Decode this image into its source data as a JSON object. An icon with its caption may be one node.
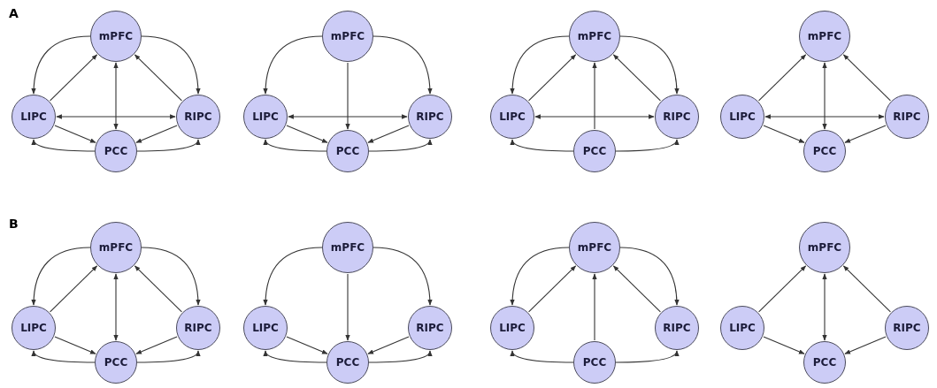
{
  "diagram": {
    "nodes": [
      {
        "text": [
          "mPFC"
        ]
      },
      {
        "text": [
          "LIPC"
        ]
      },
      {
        "text": [
          "RIPC"
        ]
      },
      {
        "text": [
          "PCC"
        ]
      },
      {
        "text": [
          "mPFC"
        ]
      },
      {
        "text": [
          "LIPC"
        ]
      },
      {
        "text": [
          "RIPC"
        ]
      },
      {
        "text": [
          "PCC"
        ]
      },
      {
        "text": [
          "mPFC"
        ]
      },
      {
        "text": [
          "LIPC"
        ]
      },
      {
        "text": [
          "RIPC"
        ]
      },
      {
        "text": [
          "PCC"
        ]
      },
      {
        "text": [
          "mPFC"
        ]
      },
      {
        "text": [
          "LIPC"
        ]
      },
      {
        "text": [
          "RIPC"
        ]
      },
      {
        "text": [
          "PCC"
        ]
      },
      {
        "text": [
          "mPFC"
        ]
      },
      {
        "text": [
          "LIPC"
        ]
      },
      {
        "text": [
          "RIPC"
        ]
      },
      {
        "text": [
          "PCC"
        ]
      },
      {
        "text": [
          "mPFC"
        ]
      },
      {
        "text": [
          "LIPC"
        ]
      },
      {
        "text": [
          "RIPC"
        ]
      },
      {
        "text": [
          "PCC"
        ]
      },
      {
        "text": [
          "mPFC"
        ]
      },
      {
        "text": [
          "LIPC"
        ]
      },
      {
        "text": [
          "RIPC"
        ]
      },
      {
        "text": [
          "PCC"
        ]
      },
      {
        "text": [
          "mPFC"
        ]
      },
      {
        "text": [
          "LIPC"
        ]
      },
      {
        "text": [
          "RIPC"
        ]
      },
      {
        "text": [
          "PCC"
        ]
      }
    ],
    "edges": [
      {
        "from": 0,
        "to": 1,
        "arrow": "to"
      },
      {
        "from": 1,
        "to": 0,
        "arrow": "to"
      },
      {
        "from": 0,
        "to": 3,
        "arrow": "both"
      },
      {
        "from": 2,
        "to": 0,
        "arrow": "to"
      },
      {
        "from": 0,
        "to": 2,
        "arrow": "to"
      },
      {
        "from": 1,
        "to": 2,
        "arrow": "both"
      },
      {
        "from": 1,
        "to": 3,
        "arrow": "to"
      },
      {
        "from": 2,
        "to": 3,
        "arrow": "to"
      },
      {
        "from": 3,
        "to": 1,
        "arrow": "to"
      },
      {
        "from": 3,
        "to": 2,
        "arrow": "to"
      },
      {
        "from": 4,
        "to": 5,
        "arrow": "to"
      },
      {
        "from": 4,
        "to": 7,
        "arrow": "to"
      },
      {
        "from": 4,
        "to": 6,
        "arrow": "to"
      },
      {
        "from": 5,
        "to": 6,
        "arrow": "both"
      },
      {
        "from": 5,
        "to": 7,
        "arrow": "to"
      },
      {
        "from": 6,
        "to": 7,
        "arrow": "to"
      },
      {
        "from": 7,
        "to": 5,
        "arrow": "to"
      },
      {
        "from": 7,
        "to": 6,
        "arrow": "to"
      },
      {
        "from": 8,
        "to": 9,
        "arrow": "to"
      },
      {
        "from": 9,
        "to": 8,
        "arrow": "to"
      },
      {
        "from": 11,
        "to": 8,
        "arrow": "to"
      },
      {
        "from": 10,
        "to": 8,
        "arrow": "to"
      },
      {
        "from": 8,
        "to": 10,
        "arrow": "to"
      },
      {
        "from": 9,
        "to": 10,
        "arrow": "both"
      },
      {
        "from": 11,
        "to": 9,
        "arrow": "to"
      },
      {
        "from": 11,
        "to": 10,
        "arrow": "to"
      },
      {
        "from": 13,
        "to": 12,
        "arrow": "to"
      },
      {
        "from": 12,
        "to": 15,
        "arrow": "both"
      },
      {
        "from": 14,
        "to": 12,
        "arrow": "to"
      },
      {
        "from": 13,
        "to": 14,
        "arrow": "both"
      },
      {
        "from": 13,
        "to": 15,
        "arrow": "to"
      },
      {
        "from": 14,
        "to": 15,
        "arrow": "to"
      },
      {
        "from": 16,
        "to": 17,
        "arrow": "to"
      },
      {
        "from": 17,
        "to": 16,
        "arrow": "to"
      },
      {
        "from": 16,
        "to": 19,
        "arrow": "both"
      },
      {
        "from": 18,
        "to": 16,
        "arrow": "to"
      },
      {
        "from": 16,
        "to": 18,
        "arrow": "to"
      },
      {
        "from": 17,
        "to": 19,
        "arrow": "to"
      },
      {
        "from": 18,
        "to": 19,
        "arrow": "to"
      },
      {
        "from": 19,
        "to": 17,
        "arrow": "to"
      },
      {
        "from": 19,
        "to": 18,
        "arrow": "to"
      },
      {
        "from": 20,
        "to": 21,
        "arrow": "to"
      },
      {
        "from": 20,
        "to": 23,
        "arrow": "to"
      },
      {
        "from": 20,
        "to": 22,
        "arrow": "to"
      },
      {
        "from": 21,
        "to": 23,
        "arrow": "to"
      },
      {
        "from": 22,
        "to": 23,
        "arrow": "to"
      },
      {
        "from": 23,
        "to": 21,
        "arrow": "to"
      },
      {
        "from": 23,
        "to": 22,
        "arrow": "to"
      },
      {
        "from": 24,
        "to": 25,
        "arrow": "to"
      },
      {
        "from": 25,
        "to": 24,
        "arrow": "to"
      },
      {
        "from": 27,
        "to": 24,
        "arrow": "to"
      },
      {
        "from": 26,
        "to": 24,
        "arrow": "to"
      },
      {
        "from": 24,
        "to": 26,
        "arrow": "to"
      },
      {
        "from": 27,
        "to": 25,
        "arrow": "to"
      },
      {
        "from": 27,
        "to": 26,
        "arrow": "to"
      },
      {
        "from": 29,
        "to": 28,
        "arrow": "to"
      },
      {
        "from": 28,
        "to": 31,
        "arrow": "both"
      },
      {
        "from": 30,
        "to": 28,
        "arrow": "to"
      },
      {
        "from": 29,
        "to": 31,
        "arrow": "to"
      },
      {
        "from": 30,
        "to": 31,
        "arrow": "to"
      }
    ],
    "labels": [
      "A",
      "B"
    ]
  }
}
